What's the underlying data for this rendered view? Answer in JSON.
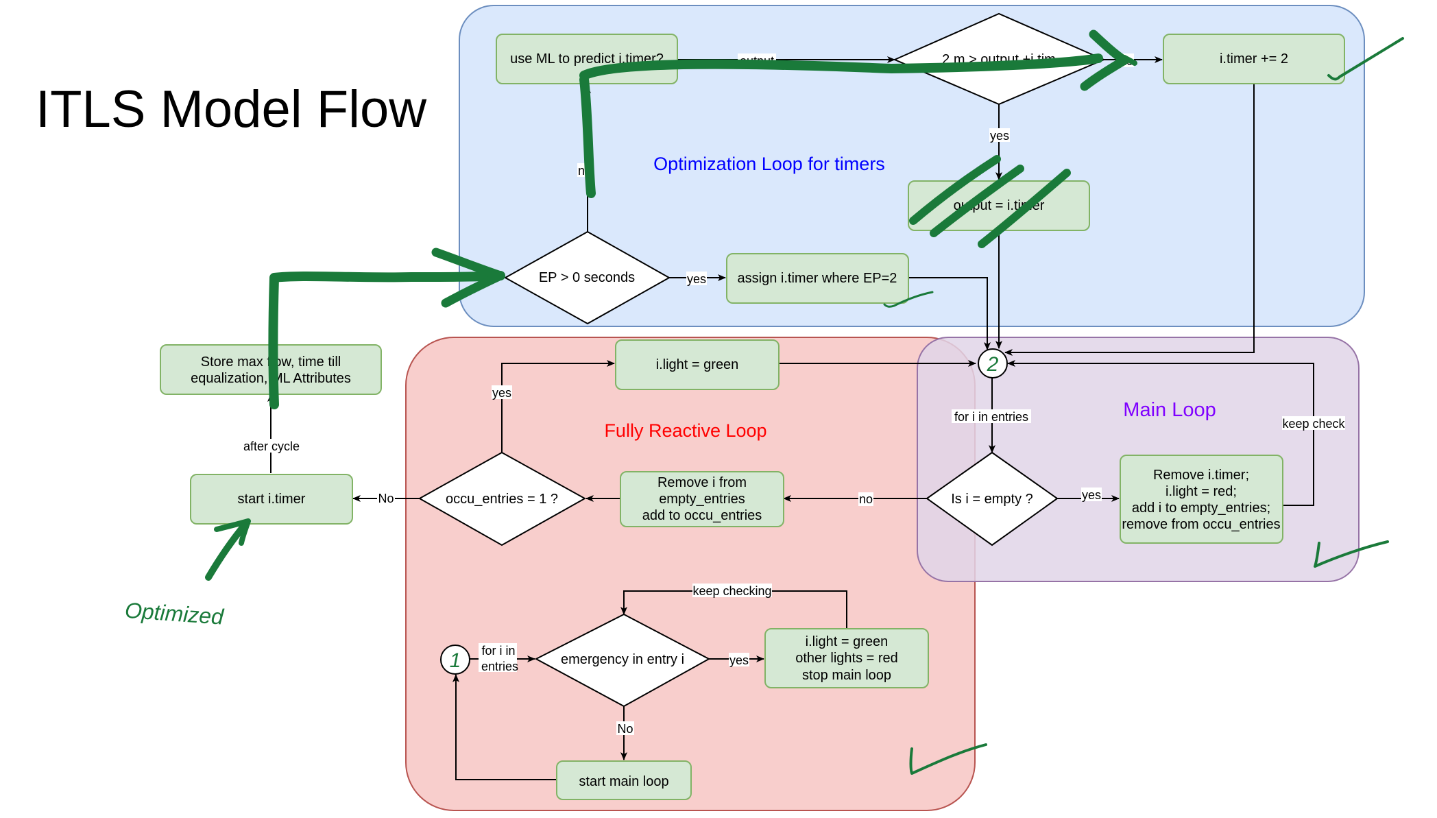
{
  "title": "ITLS Model Flow",
  "colors": {
    "blue_fill": "#dae8fc",
    "blue_stroke": "#6c8ebf",
    "red_fill": "#f8cecc",
    "red_stroke": "#b85450",
    "purple_fill": "#e1d5e7",
    "purple_stroke": "#9673a6",
    "node_fill": "#d5e8d4",
    "node_stroke": "#82b366",
    "ink": "#1a7a3a",
    "blue_text": "#0000ff",
    "red_text": "#ff0000",
    "purple_text": "#7f00ff"
  },
  "regions": {
    "optimization": "Optimization Loop for timers",
    "reactive": "Fully Reactive Loop",
    "main": "Main Loop"
  },
  "nodes": {
    "use_ml": "use ML to predict i.timer?",
    "decision_output": "2 m > output +i.tim",
    "i_timer_plus": "i.timer += 2",
    "output_timer": "output = i.timer",
    "ep_decision": "EP > 0 seconds",
    "assign_timer": "assign i.timer where EP=2",
    "store_max": [
      "Store max flow, time till",
      "equalization, ML Attributes"
    ],
    "start_timer": "start i.timer",
    "light_green": "i.light = green",
    "circle2": "2",
    "occu_decision": "occu_entries = 1 ?",
    "remove_i": [
      "Remove i from",
      "empty_entries",
      "add to occu_entries"
    ],
    "is_empty": "Is i = empty ?",
    "remove_timer": [
      "Remove i.timer;",
      "i.light = red;",
      "add i to empty_entries;",
      "remove from occu_entries"
    ],
    "circle1": "1",
    "emergency": "emergency in entry i",
    "emergency_action": [
      "i.light = green",
      "other lights = red",
      "stop main loop"
    ],
    "start_main": "start main loop"
  },
  "edge_labels": {
    "output": "output",
    "no_top": "no",
    "yes_out": "yes",
    "no_ep": "no",
    "yes_ep": "yes",
    "after_cycle": "after cycle",
    "yes_occu": "yes",
    "no_occu": "No",
    "for_i_entries": "for i in entries",
    "keep_check": "keep check",
    "no_empty": "no",
    "yes_empty": "yes",
    "keep_checking": "keep checking",
    "for_i_in": [
      "for i in",
      "entries"
    ],
    "yes_em": "yes",
    "no_em": "No"
  },
  "annotations": {
    "optimized": "Optimized"
  }
}
